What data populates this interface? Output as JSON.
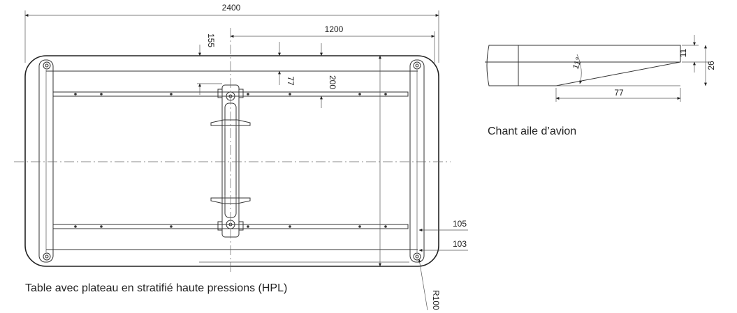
{
  "table": {
    "dim_length": "2400",
    "dim_half_length": "1200",
    "dim_155": "155",
    "dim_77": "77",
    "dim_200": "200",
    "dim_105": "105",
    "dim_103": "103",
    "dim_radius": "R100",
    "caption": "Table avec plateau en stratifié haute pressions (HPL)"
  },
  "edge_profile": {
    "dim_11": "11",
    "dim_26": "26",
    "dim_angle": "11°",
    "dim_77": "77",
    "caption": "Chant aile d’avion"
  }
}
